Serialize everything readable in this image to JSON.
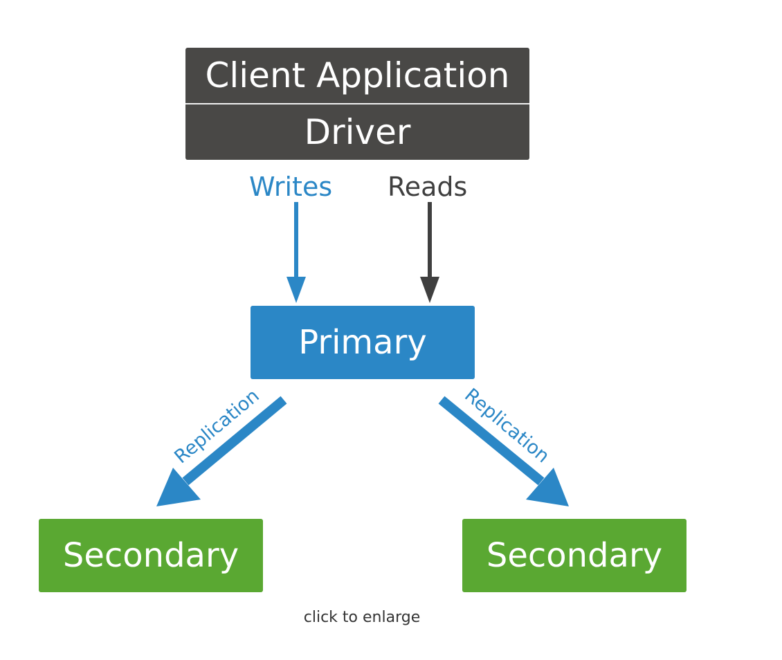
{
  "nodes": {
    "client_application": "Client Application",
    "driver": "Driver",
    "primary": "Primary",
    "secondary_left": "Secondary",
    "secondary_right": "Secondary"
  },
  "edges": {
    "writes": "Writes",
    "reads": "Reads",
    "replication_left": "Replication",
    "replication_right": "Replication"
  },
  "caption": "click to enlarge",
  "colors": {
    "client_box": "#494846",
    "writes_arrow": "#2b87c6",
    "reads_arrow": "#3f3f3f",
    "primary_box": "#2b87c6",
    "secondary_box": "#5aa832",
    "replication_arrow": "#2b87c6"
  }
}
